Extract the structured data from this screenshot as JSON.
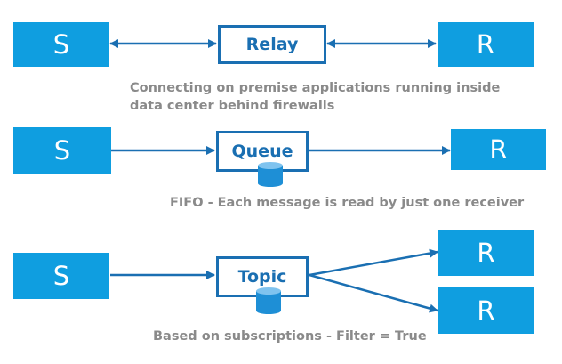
{
  "colors": {
    "box_fill": "#0f9ee0",
    "service_stroke": "#1a6fb2",
    "arrow": "#1a6fb2",
    "caption": "#8a8a8a",
    "cylinder_body": "#1e8fd6",
    "cylinder_top": "#7fc3ef"
  },
  "rows": [
    {
      "sender": "S",
      "service": "Relay",
      "receivers": [
        "R"
      ],
      "caption_lines": [
        "Connecting on premise applications running inside",
        "data center behind  firewalls"
      ]
    },
    {
      "sender": "S",
      "service": "Queue",
      "receivers": [
        "R"
      ],
      "caption_lines": [
        "FIFO - Each message is read by just one receiver"
      ]
    },
    {
      "sender": "S",
      "service": "Topic",
      "receivers": [
        "R",
        "R"
      ],
      "caption_lines": [
        "Based on subscriptions - Filter = True"
      ]
    }
  ],
  "icons": {
    "queue_storage": "cylinder-icon",
    "topic_storage": "cylinder-icon"
  }
}
